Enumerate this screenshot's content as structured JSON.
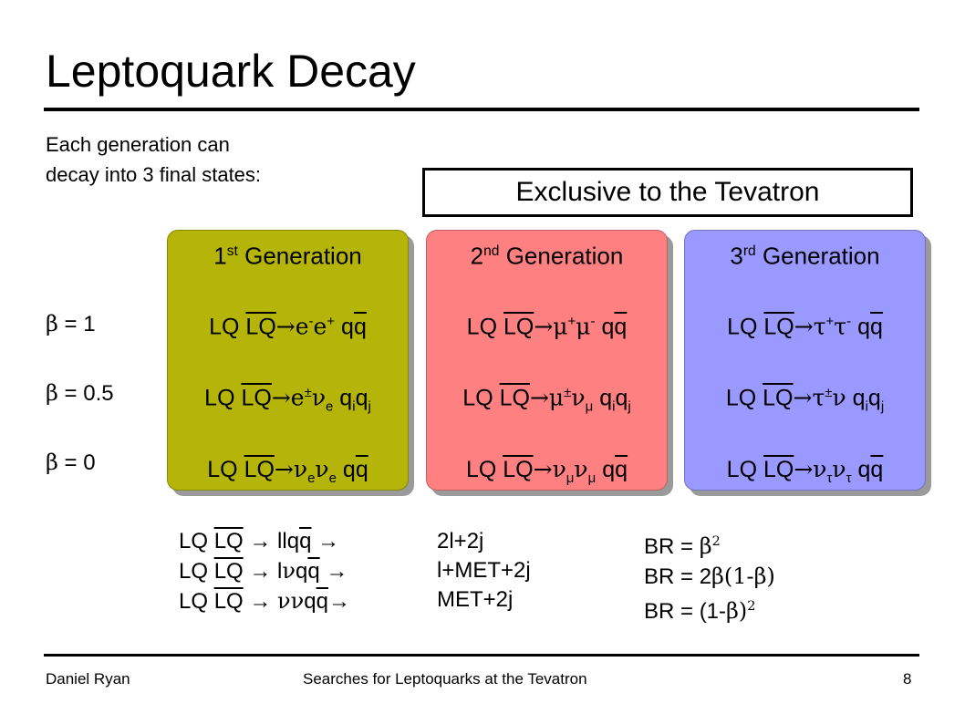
{
  "slide": {
    "title": "Leptoquark Decay",
    "intro_line1": "Each generation can",
    "intro_line2": "decay into 3 final states:",
    "exclusive_box": "Exclusive to the Tevatron"
  },
  "beta_labels": [
    "= 1",
    "= 0.5",
    "= 0"
  ],
  "beta_symbol": "β",
  "cards": [
    {
      "num": "1",
      "suffix": "st",
      "word": "Generation",
      "color": "#b5b509",
      "row1": {
        "lq": "LQ ",
        "lqbar": "LQ",
        "arrow": "→",
        "body": "e",
        "sup1": "-",
        "body2": "e",
        "sup2": "+",
        "tail": " q",
        "tailbar": "q"
      },
      "row2": {
        "lq": "LQ ",
        "lqbar": "LQ",
        "arrow": "→",
        "body": "e",
        "sup1": "±",
        "body2": "ν",
        "sub2": "e",
        "tail": " q",
        "sub3": "i",
        "tail2": "q",
        "sub4": "j"
      },
      "row3": {
        "lq": "LQ ",
        "lqbar": "LQ",
        "arrow": "→",
        "body": "ν",
        "sub1": "e",
        "body2": "ν",
        "sub2": "e",
        "tail": " q",
        "tailbar": "q"
      }
    },
    {
      "num": "2",
      "suffix": "nd",
      "word": "Generation",
      "color": "#ff8080",
      "row1": {
        "lq": "LQ ",
        "lqbar": "LQ",
        "arrow": "→",
        "body": "μ",
        "sup1": "+",
        "body2": "μ",
        "sup2": "-",
        "tail": " q",
        "tailbar": "q"
      },
      "row2": {
        "lq": "LQ ",
        "lqbar": "LQ",
        "arrow": "→",
        "body": "μ",
        "sup1": "±",
        "body2": "ν",
        "sub2": "μ",
        "tail": " q",
        "sub3": "i",
        "tail2": "q",
        "sub4": "j"
      },
      "row3": {
        "lq": "LQ ",
        "lqbar": "LQ",
        "arrow": "→",
        "body": "ν",
        "sub1": "μ",
        "body2": "ν",
        "sub2": "μ",
        "tail": " q",
        "tailbar": "q"
      }
    },
    {
      "num": "3",
      "suffix": "rd",
      "word": "Generation",
      "color": "#9999ff",
      "row1": {
        "lq": "LQ ",
        "lqbar": "LQ",
        "arrow": "→",
        "body": "τ",
        "sup1": "+",
        "body2": "τ",
        "sup2": "-",
        "tail": " q",
        "tailbar": "q"
      },
      "row2": {
        "lq": "LQ ",
        "lqbar": "LQ",
        "arrow": "→",
        "body": "τ",
        "sup1": "±",
        "body2": "ν",
        "tail": " q",
        "sub3": "i",
        "tail2": "q",
        "sub4": "j"
      },
      "row3": {
        "lq": "LQ ",
        "lqbar": "LQ",
        "arrow": "→",
        "body": "ν",
        "sub1": "τ",
        "body2": "ν",
        "sub2": "τ",
        "tail": " q",
        "tailbar": "q"
      }
    }
  ],
  "decays": [
    {
      "lq": "LQ ",
      "lqbar": "LQ",
      "mid": " → ll",
      "q": "q",
      "qbar": "q",
      "arrow": " →",
      "state": "2l+2j",
      "br": "BR = ",
      "br_expr": "β",
      "br_sup": "2",
      "br_tail": ""
    },
    {
      "lq": "LQ ",
      "lqbar": "LQ",
      "mid": " → l",
      "nu": "ν",
      "q": "q",
      "qbar": "q",
      "arrow": " →",
      "state": "l+MET+2j",
      "br": "BR = 2",
      "br_expr": "β",
      "br_tail": "(1-β)"
    },
    {
      "lq": "LQ ",
      "lqbar": "LQ",
      "mid": " → ",
      "nu": "νν",
      "q": "q",
      "qbar": "q",
      "arrow": "→",
      "state": "MET+2j",
      "br": "BR = (1-",
      "br_expr": "β",
      "br_tail": ")",
      "br_sup": "2"
    }
  ],
  "footer": {
    "author": "Daniel Ryan",
    "talk": "Searches for Leptoquarks at the Tevatron",
    "page": "8"
  }
}
